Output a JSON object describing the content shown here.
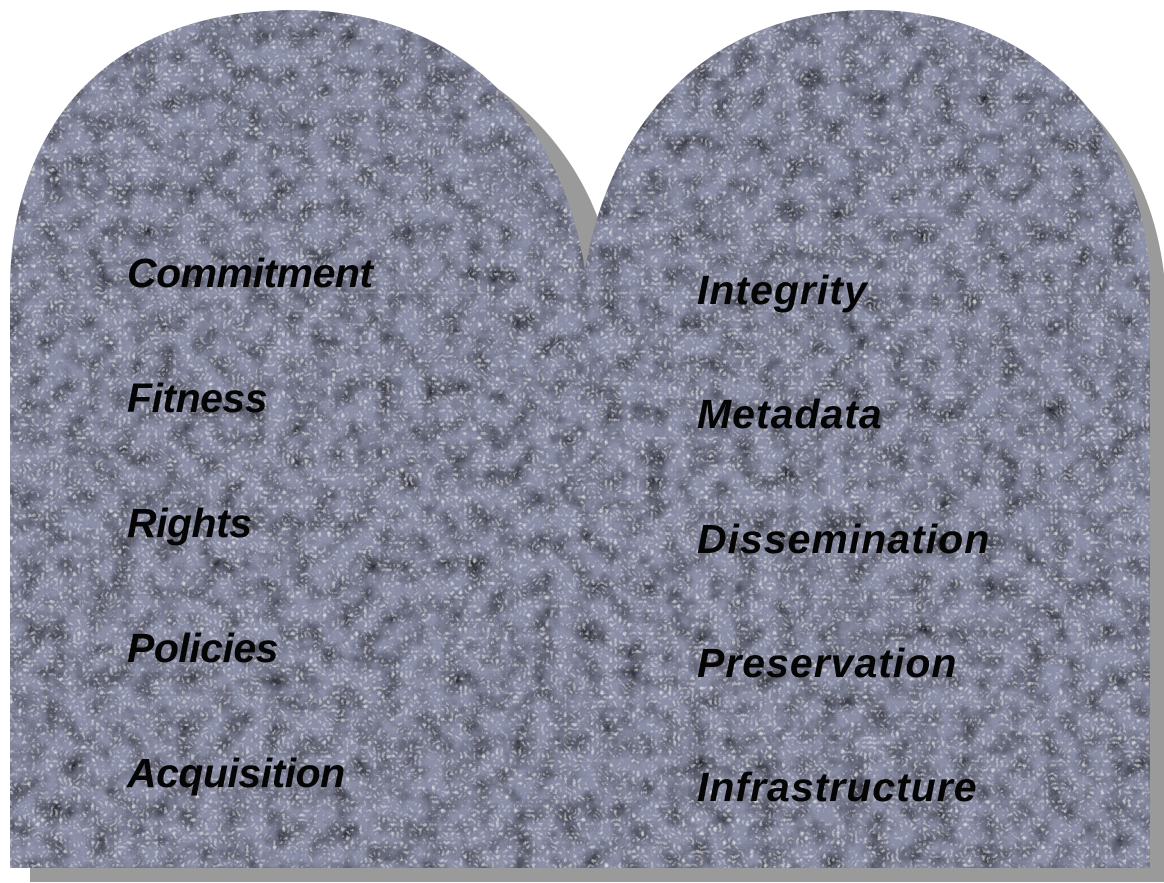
{
  "tablets": {
    "stone_color": "#8a8ea6",
    "shadow_color": "#9a9a9a",
    "left": {
      "items": [
        {
          "label": "Commitment"
        },
        {
          "label": "Fitness"
        },
        {
          "label": "Rights"
        },
        {
          "label": "Policies"
        },
        {
          "label": "Acquisition"
        }
      ]
    },
    "right": {
      "items": [
        {
          "label": "Integrity"
        },
        {
          "label": "Metadata"
        },
        {
          "label": "Dissemination"
        },
        {
          "label": "Preservation"
        },
        {
          "label": "Infrastructure"
        }
      ]
    }
  }
}
